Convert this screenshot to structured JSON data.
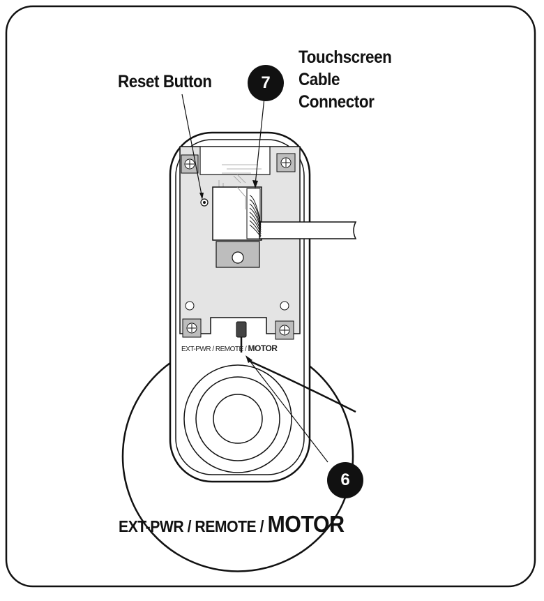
{
  "labels": {
    "reset_button": "Reset Button",
    "touchscreen_line1": "Touchscreen",
    "touchscreen_line2": "Cable",
    "touchscreen_line3": "Connector",
    "connector_small_prefix": "EXT-PWR / REMOTE /",
    "connector_small_motor": "MOTOR",
    "connector_main_prefix": "EXT-PWR / REMOTE /",
    "connector_main_motor": "MOTOR"
  },
  "callouts": {
    "seven": "7",
    "six": "6"
  },
  "colors": {
    "panel_border": "#111111",
    "board_fill": "#e4e4e4",
    "mount_fill": "#bdbdbd",
    "badge_fill": "#111111"
  }
}
